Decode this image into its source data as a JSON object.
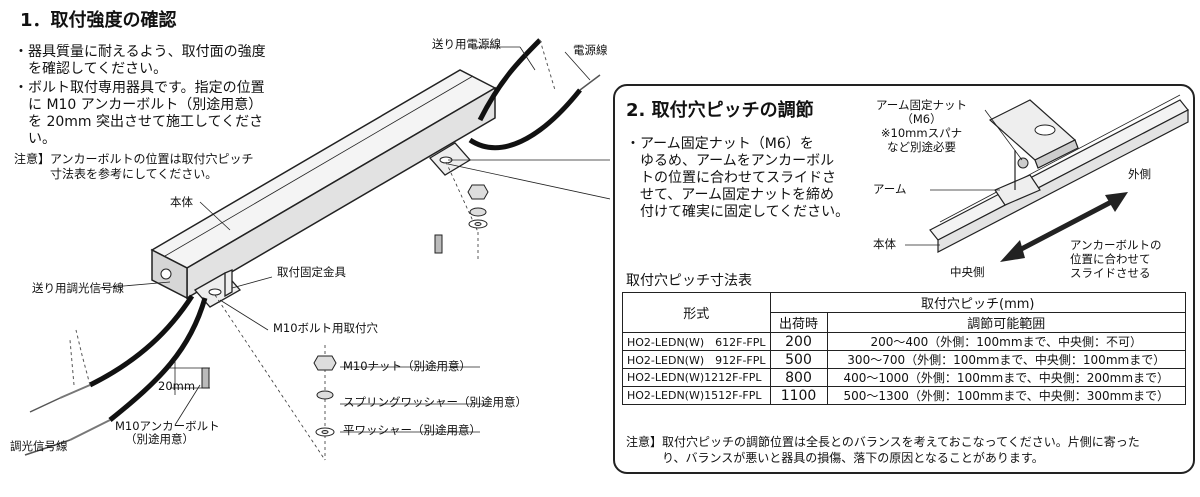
{
  "section1": {
    "title": "1．取付強度の確認",
    "bullets": [
      [
        "・器具質量に耐えるよう、取付面の強度",
        "　を確認してください。"
      ],
      [
        "・ボルト取付専用器具です。指定の位置",
        "　に M10 アンカーボルト（別途用意）",
        "　を 20mm 突出させて施工してくださ",
        "　い。"
      ]
    ],
    "note": [
      "注意】アンカーボルトの位置は取付穴ピッチ",
      "　　　寸法表を参考にしてください。"
    ]
  },
  "labels": {
    "feed_power": "送り用電源線",
    "power": "電源線",
    "body": "本体",
    "bracket": "取付固定金具",
    "bolt_hole": "M10ボルト用取付穴",
    "feed_dim": "送り用調光信号線",
    "dim": "調光信号線",
    "mm20": "20mm",
    "anchor": [
      "M10アンカーボルト",
      "（別途用意）"
    ],
    "nut": "M10ナット（別途用意）",
    "spring": "スプリングワッシャー（別途用意）",
    "flat": "平ワッシャー（別途用意）"
  },
  "section2": {
    "title": "2. 取付穴ピッチの調節",
    "body": [
      "・アーム固定ナット（M6）を",
      "　ゆるめ、アームをアンカーボル",
      "　トの位置に合わせてスライドさ",
      "　せて、アーム固定ナットを締め",
      "　付けて確実に固定してください。"
    ],
    "fig": {
      "arm_nut": [
        "アーム固定ナット",
        "（M6）",
        "※10mmスパナ",
        "など別途必要"
      ],
      "arm": "アーム",
      "body": "本体",
      "outer": "外側",
      "center": "中央側",
      "slide": [
        "アンカーボルトの",
        "位置に合わせて",
        "スライドさせる"
      ]
    }
  },
  "table": {
    "title": "取付穴ピッチ寸法表",
    "h_model": "形式",
    "h_pitch": "取付穴ピッチ(mm)",
    "h_ship": "出荷時",
    "h_range": "調節可能範囲",
    "rows": [
      {
        "model": "HO2-LEDN(W)　612F-FPL",
        "ship": "200",
        "range": "200～400（外側：100mmまで、中央側：不可）"
      },
      {
        "model": "HO2-LEDN(W)　912F-FPL",
        "ship": "500",
        "range": "300～700（外側：100mmまで、中央側：100mmまで）"
      },
      {
        "model": "HO2-LEDN(W)1212F-FPL",
        "ship": "800",
        "range": "400～1000（外側：100mmまで、中央側：200mmまで）"
      },
      {
        "model": "HO2-LEDN(W)1512F-FPL",
        "ship": "1100",
        "range": "500～1300（外側：100mmまで、中央側：300mmまで）"
      }
    ],
    "note": [
      "注意】取付穴ピッチの調節位置は全長とのバランスを考えておこなってください。片側に寄った",
      "　　　り、バランスが悪いと器具の損傷、落下の原因となることがあります。"
    ]
  }
}
